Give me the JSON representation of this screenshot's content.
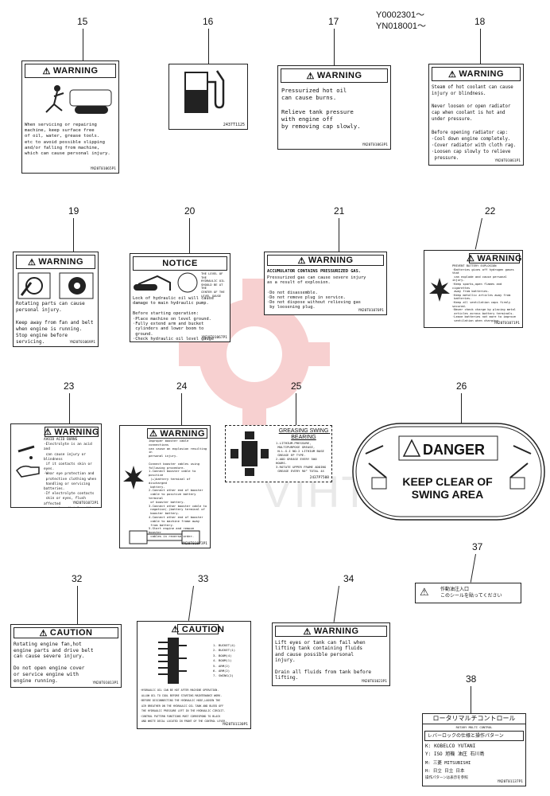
{
  "serial_numbers": [
    "Y0002301～",
    "YN018001～"
  ],
  "watermark_text": "VIHTEX",
  "callouts": [
    "15",
    "16",
    "17",
    "18",
    "19",
    "20",
    "21",
    "22",
    "23",
    "24",
    "25",
    "26",
    "32",
    "33",
    "34",
    "37",
    "38"
  ],
  "labels": {
    "l15": {
      "header": "WARNING",
      "text": "When servicing or repairing\nmachine, keep surface free\nof oil, water, grease tools.\netc to avoid possible slipping\nand/or falling from machine,\nwhich can cause personal injury.",
      "code": "YN20T01065P1"
    },
    "l16": {
      "code": "2437T1125"
    },
    "l17": {
      "header": "WARNING",
      "text": "Pressurized hot oil\ncan cause burns.\n\nRelieve tank pressure\nwith engine off\nby removing cap slowly.",
      "code": "YN20T01063P1"
    },
    "l18": {
      "header": "WARNING",
      "text": "Steam of hot coolant can cause\ninjury or blindness.\n\nNever loosen or open radiator\ncap when coolant is hot and\nunder pressure.\n\nBefore opening radiator cap:\n·Cool down engine completely.\n·Cover radiator with cloth rag.\n·Loosen cap slowly to relieve\n pressure.",
      "code": "YN20T01061P1"
    },
    "l19": {
      "header": "WARNING",
      "text": "Rotating parts can cause\npersonal injury.\n\nKeep away from fan and belt\nwhen engine is running.\nStop engine before servicing.",
      "code": "YN20T01069P1"
    },
    "l20": {
      "header": "NOTICE",
      "text": "Lock of hydraulic oil will cause\ndamage to main hydraulic pump.\n\nBefore starting operation:\n·Place machine on level ground.\n·Fully extend arm and bucket\n cylinders and lower boom to\n ground.\n·Check hydraulic oil level gauge\n for proper level.",
      "side": "THE LEVEL OF THE\nHYDRAULIC OIL\nSHOULD BE AT THE\nCENTER OF THE\nLEVEL GAUGE",
      "code": "YN20T01067P1"
    },
    "l21": {
      "header": "WARNING",
      "subtitle": "ACCUMULATOR CONTAINS PRESSURIZED GAS.",
      "text": "Pressurized gas can cause severe injury\nas a result of explosion.\n\n·Do not disassemble.\n·Do not remove plug in service.\n·Do not dispose without relieving gas\n by loosening plug.",
      "code": "YN20T01070P1"
    },
    "l22": {
      "header": "WARNING",
      "text": "PREVENT BATTERY EXPLOSION\n·Batteries gives off hydrogen gases that\n can explode and cause personal injury.\n·Keep sparks,open flames and cigarettes\n away from batteries.\n·Keep metallic articles away from\n batteries.\n·Keep all ventilation caps firmly secured.\n·Never check charge by placing metal\n articles across battery terminals.\n·Leave batteries not more to improve\n ventilation when charging.",
      "code": "YN20T01071P1"
    },
    "l23": {
      "header": "WARNING",
      "text": "AVOID ACID BURNS\n·Electrolyte is an acid and\n can cause injury or blindness\n if it contacts skin or eyes.\n·Wear eye protection and\n protective clothing when\n handling or servicing batteries.\n·If electrolyte contacts\n skin or eyes, flush affected\n areas immediately with clean\n water and seek medical\n attention immediately.",
      "code": "YN20T01072P1"
    },
    "l24": {
      "header": "WARNING",
      "text": "Improper booster cable connections\ncan cause an explosion resulting in\npersonal injury.\n\nConnect booster cables using\nfollowing procedure.\n1.Connect booster cable to positive\n (+)battery terminal of discharged\n battery.\n2.Connect other end of booster\n cable to positive battery terminal\n of booster battery.\n3.Connect other booster cable to\n negative(-)battery terminal of\n booster battery.\n4.Connect other end of booster\n cable to machine frame away\n from battery.\n5.Start engine and remove booster\n cables in reverse order.",
      "code": "YN20T01073P1"
    },
    "l25": {
      "title": "GREASING SWING BEARING",
      "text": "1.LITHIUM-PRESSURE,\n MULTIPURPOSE GREASE,\n N.L.G.I NO.2 LITHIUM BASE\n GREASE EP TYPE.\n2.ADD GREASE EVERY 500 HOURS.\n3.ROTATE UPPER FRAME ADDING\n GREASE EVERY 90° TOTAL 4X",
      "code": "2437P7508"
    },
    "l26": {
      "header": "DANGER",
      "line1": "KEEP CLEAR OF",
      "line2": "SWING AREA"
    },
    "l32": {
      "header": "CAUTION",
      "text": "Rotating engine fan,hot\nengine parts and drive belt\ncan cause severe injury.\n\nDo not open engine cover\nor service engine with\nengine running.",
      "code": "YN20T01013P1"
    },
    "l33": {
      "header": "CAUTION",
      "list": "1. BUCKET(4)\n2. BUCKET(1)\n3. BOOM(4)\n4. BOOM(1)\n5. ARM(2)\n6. ARM(2)\n7. SWING(2)",
      "note": "·HYDRAULIC OIL CAN BE HOT AFTER MACHINE OPERATION.\n ALLOW OIL TO COOL BEFORE STARTING MAINTENANCE WORK.\n·BEFORE DISCONNECTING THE HYDRAULIC HOSE,LOOSEN THE\n AIR BREATHER ON THE HYDRAULIC OIL TANK AND BLEED OFF\n THE HYDRAULIC PRESSURE LEFT IN THE HYDRAULIC CIRCUIT.\n·CONTROL PATTERN FUNCTIONS MUST CORRESPOND TO BLACK\n AND WHITE DECAL LOCATED IN FRONT OF THE CONTROL LEVER.",
      "code": "YN20T01130P1"
    },
    "l34": {
      "header": "WARNING",
      "text": "Lift eyes or tank can fail when\nlifting tank containing fluids\nand cause possible personal\ninjury.\n\nDrain all fluids from tank before\nlifting.",
      "code": "YN20T01023P1"
    },
    "l37": {
      "text": "作動油注入口\nこのシールを貼ってください"
    },
    "l38": {
      "title": "ロータリマルチコントロール",
      "subtitle": "ROTARY MULTI CONTROL",
      "lines": [
        "レバーロックの仕様と操作パターン",
        "K: KOBELCO YUTANI",
        "Y: ISO 旭機 油圧 石川島",
        "M: 三菱 MITSUBISHI",
        "H: 日立 日立 日本",
        "操作パターンは表示を参照"
      ],
      "code": "YN20T01137P1"
    }
  }
}
